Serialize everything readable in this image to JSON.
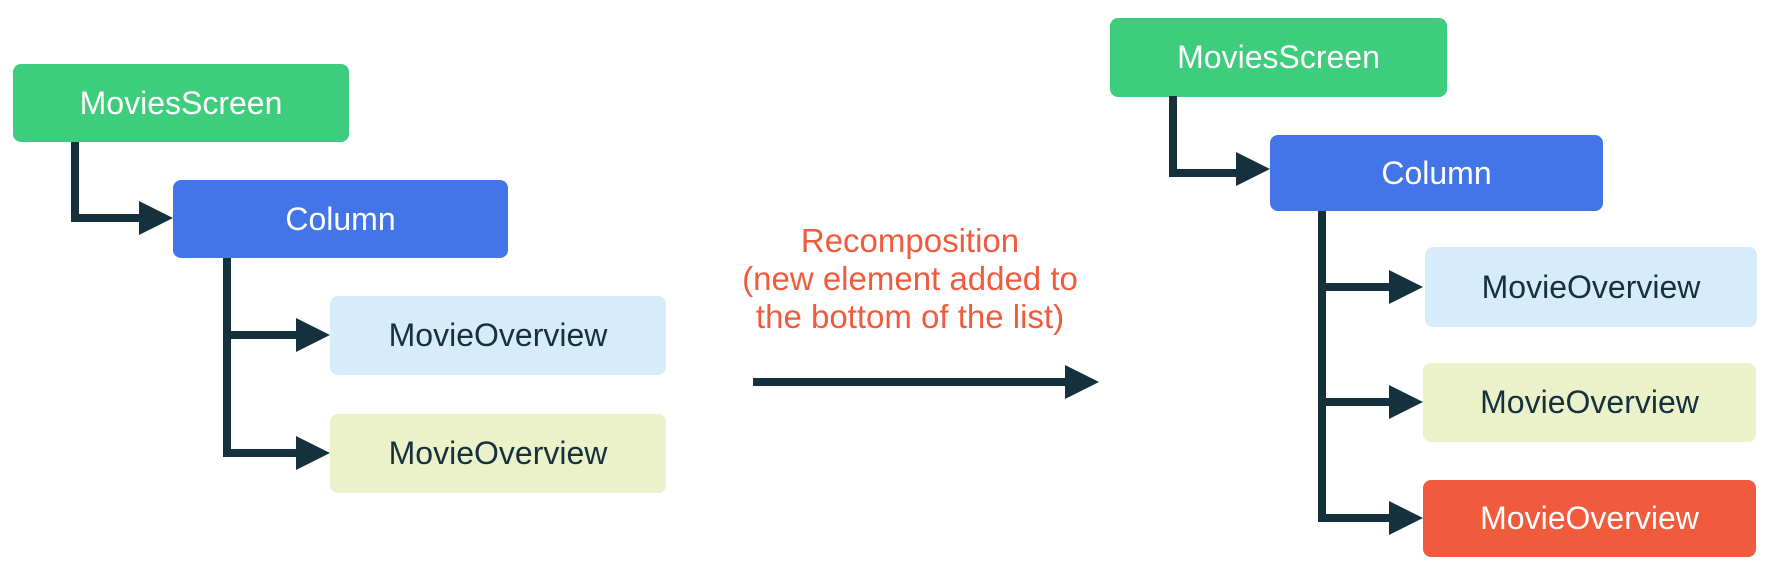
{
  "palette": {
    "connector": "#16313E",
    "caption": "#F05B3E",
    "green": "#3ECD7D",
    "blue": "#4375E8",
    "light_blue": "#D6ECFA",
    "light_yellow": "#EBF2C9",
    "orange": "#F05B3E",
    "light_text": "#FFFFFF",
    "dark_text": "#16313E"
  },
  "caption": {
    "line1": "Recomposition",
    "line2": "(new element added to",
    "line3": "the bottom of the list)"
  },
  "trees": {
    "before": {
      "nodes": [
        {
          "label": "MoviesScreen",
          "bg": "#3ECD7D",
          "fg": "#FFFFFF"
        },
        {
          "label": "Column",
          "bg": "#4375E8",
          "fg": "#FFFFFF"
        },
        {
          "label": "MovieOverview",
          "bg": "#D6ECFA",
          "fg": "#16313E"
        },
        {
          "label": "MovieOverview",
          "bg": "#EBF2C9",
          "fg": "#16313E"
        }
      ]
    },
    "after": {
      "nodes": [
        {
          "label": "MoviesScreen",
          "bg": "#3ECD7D",
          "fg": "#FFFFFF"
        },
        {
          "label": "Column",
          "bg": "#4375E8",
          "fg": "#FFFFFF"
        },
        {
          "label": "MovieOverview",
          "bg": "#D6ECFA",
          "fg": "#16313E"
        },
        {
          "label": "MovieOverview",
          "bg": "#EBF2C9",
          "fg": "#16313E"
        },
        {
          "label": "MovieOverview",
          "bg": "#F05B3E",
          "fg": "#FFFFFF"
        }
      ]
    }
  }
}
